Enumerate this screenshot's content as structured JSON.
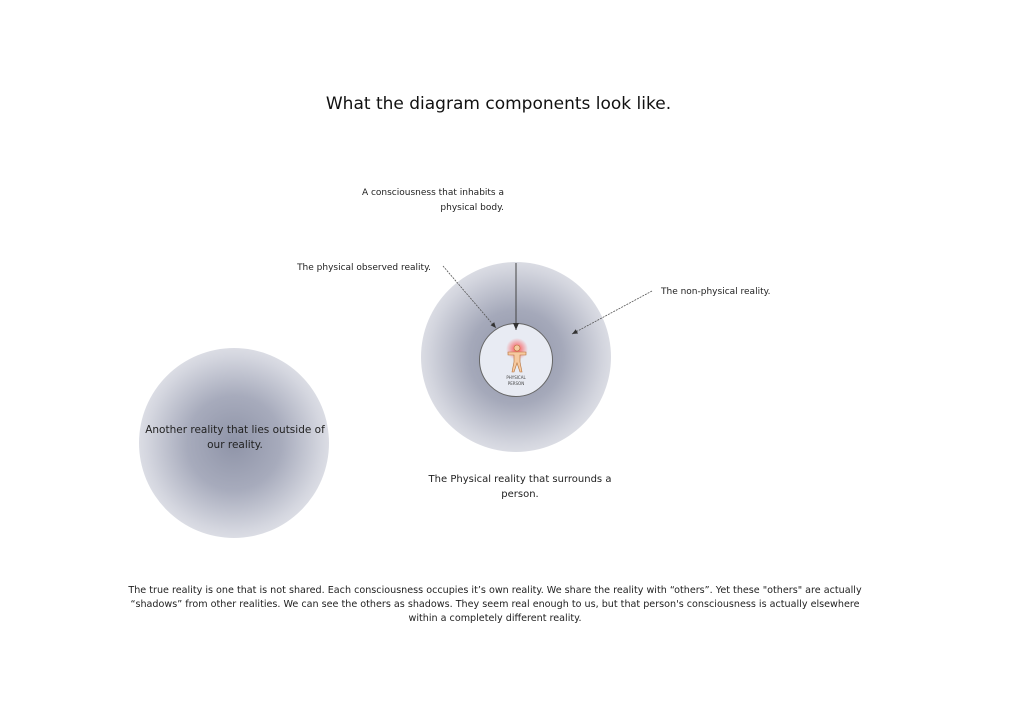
{
  "title": "What the diagram components look like.",
  "labels": {
    "consciousness": "A consciousness that inhabits a physical body.",
    "observed": "The physical observed reality.",
    "non_physical": "The non-physical reality.",
    "physical_reality": "The Physical reality that surrounds a person.",
    "another_reality": "Another reality that lies outside of our reality.",
    "person_line1": "PHYSICAL",
    "person_line2": "PERSON"
  },
  "caption": "The true reality is one that is not shared. Each consciousness occupies it’s own reality. We share the reality with “others”. Yet these \"others\" are actually “shadows” from other realities. We can see the others as shadows. They seem real enough to us, but that person's consciousness is actually elsewhere within a completely different reality.",
  "colors": {
    "person_fill": "#f6c9a0",
    "person_glow": "#ff3b3b",
    "shadow": "#8d92a6"
  }
}
